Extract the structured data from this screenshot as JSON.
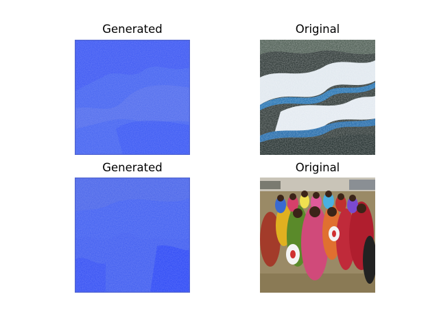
{
  "figure": {
    "panels": [
      {
        "title": "Generated",
        "kind": "generated"
      },
      {
        "title": "Original",
        "kind": "original-ocean"
      },
      {
        "title": "Generated",
        "kind": "generated"
      },
      {
        "title": "Original",
        "kind": "original-crowd"
      }
    ]
  },
  "colors": {
    "generated_base": "#3f5ff0",
    "ocean_dark": "#1f2a2a",
    "ocean_wave": "#e8eef5",
    "ocean_blue": "#1e6fb0",
    "crowd_ground": "#8a7a55"
  }
}
